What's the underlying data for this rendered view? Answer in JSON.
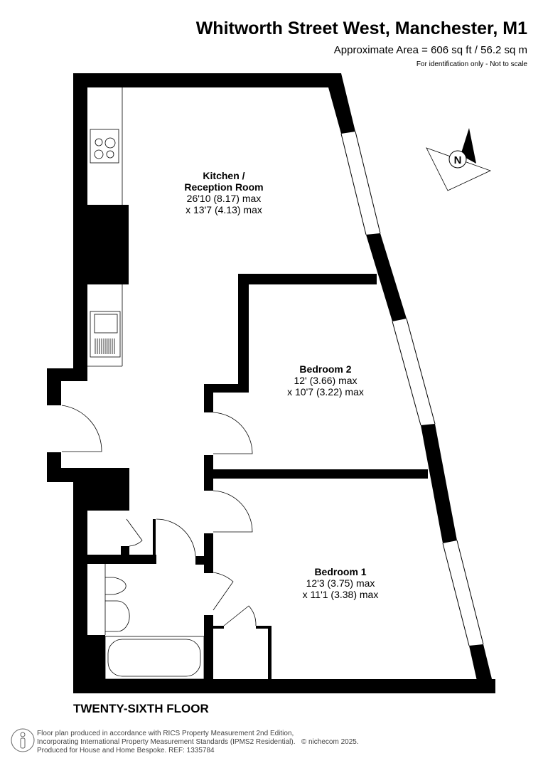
{
  "header": {
    "title": "Whitworth Street West, Manchester, M1",
    "area": "Approximate Area = 606 sq ft / 56.2 sq m",
    "note": "For identification only - Not to scale"
  },
  "compass": {
    "label": "N"
  },
  "rooms": [
    {
      "name": "Kitchen /",
      "name2": "Reception Room",
      "dim1": "26'10 (8.17) max",
      "dim2": "x 13'7 (4.13) max"
    },
    {
      "name": "Bedroom 2",
      "dim1": "12' (3.66) max",
      "dim2": "x 10'7 (3.22) max"
    },
    {
      "name": "Bedroom 1",
      "dim1": "12'3 (3.75) max",
      "dim2": "x 11'1 (3.38) max"
    }
  ],
  "floor_label": "TWENTY-SIXTH FLOOR",
  "footer": {
    "line1": "Floor plan produced in accordance with RICS Property Measurement 2nd Edition,",
    "line2": "Incorporating International Property Measurement Standards (IPMS2 Residential).",
    "copyright": "© nichecom 2025.",
    "line3": "Produced for House and Home Bespoke.   REF: 1335784"
  }
}
